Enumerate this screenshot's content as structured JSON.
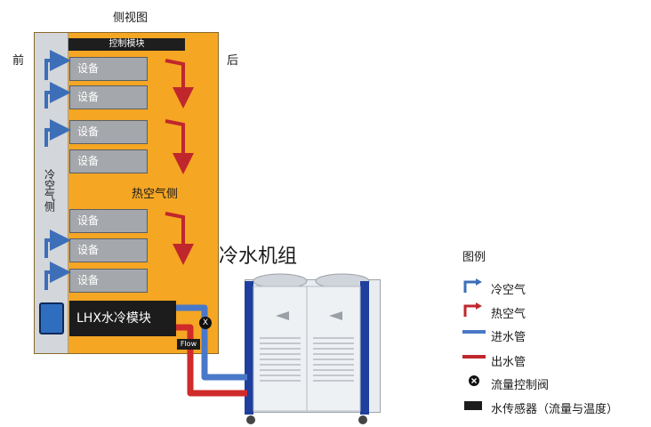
{
  "diagram": {
    "title_side_view": "侧视图",
    "label_front": "前",
    "label_back": "后",
    "control_module": "控制模块",
    "devices": [
      "设备",
      "设备",
      "设备",
      "设备",
      "设备",
      "设备",
      "设备"
    ],
    "cold_air_side": "冷空气侧",
    "hot_air_side": "热空气侧",
    "lhx_module": "LHX水冷模块",
    "chiller_unit": "冷水机组",
    "flow_sensor_badge": "Flow",
    "valve_symbol": "X"
  },
  "legend": {
    "title": "图例",
    "items": [
      {
        "icon": "blue-arrow-icon",
        "label": "冷空气"
      },
      {
        "icon": "red-arrow-icon",
        "label": "热空气"
      },
      {
        "icon": "blue-line-icon",
        "label": "进水管"
      },
      {
        "icon": "red-line-icon",
        "label": "出水管"
      },
      {
        "icon": "valve-icon",
        "label": "流量控制阀"
      },
      {
        "icon": "flow-sensor-icon",
        "label": "水传感器（流量与温度）"
      }
    ]
  },
  "colors": {
    "rack_orange": "#f5a623",
    "cold_blue": "#3d6fb8",
    "hot_red": "#c0272d",
    "pipe_blue": "#4a78c8",
    "pipe_red": "#d02a2a",
    "chiller_frame": "#1f3f9e"
  }
}
